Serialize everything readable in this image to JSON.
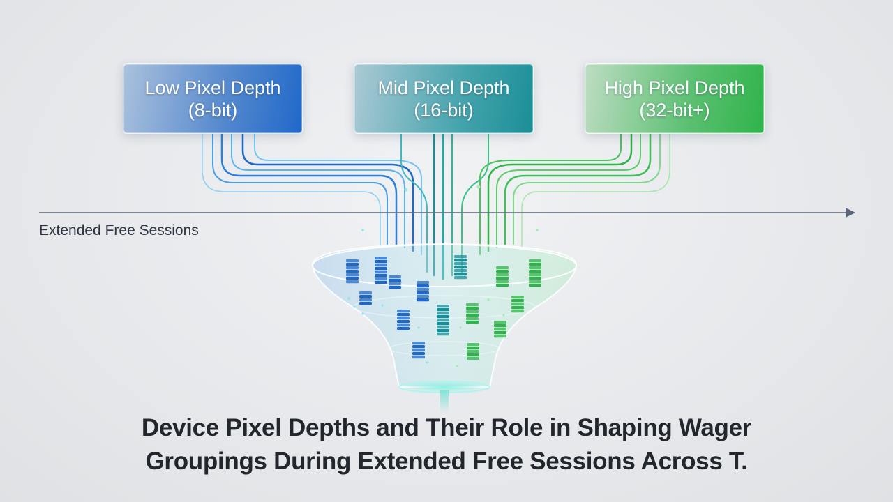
{
  "tiers": [
    {
      "title": "Low Pixel Depth",
      "sub": "(8-bit)",
      "color": "#1f68c9"
    },
    {
      "title": "Mid Pixel Depth",
      "sub": "(16-bit)",
      "color": "#1a8e96"
    },
    {
      "title": "High Pixel Depth",
      "sub": "(32-bit+)",
      "color": "#2fb34a"
    }
  ],
  "axis": {
    "label": "Extended Free Sessions"
  },
  "caption": {
    "line1": "Device Pixel Depths and Their Role in Shaping Wager",
    "line2": "Groupings During Extended Free Sessions Across T."
  },
  "icons": [
    "funnel-icon",
    "coin-stack-icon",
    "arrow-right-icon"
  ]
}
